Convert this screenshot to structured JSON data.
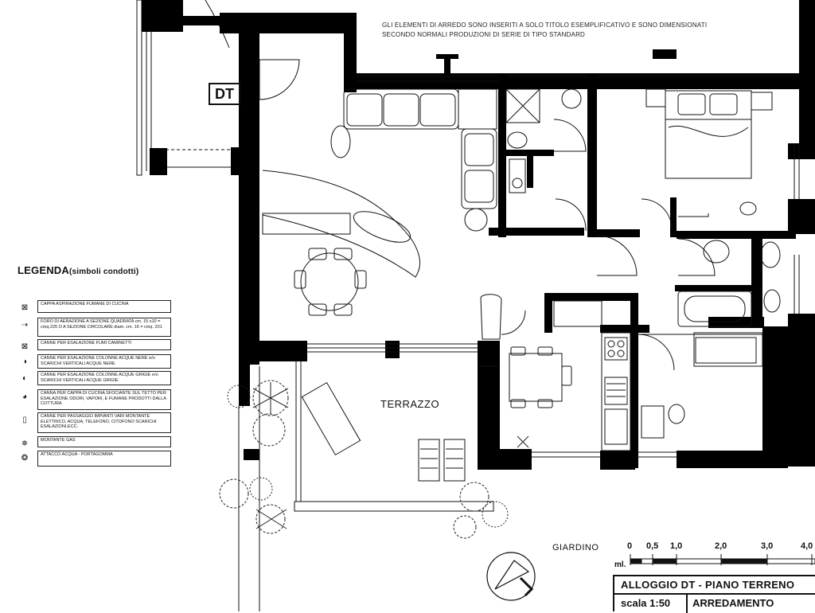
{
  "note": {
    "line1": "GLI ELEMENTI DI ARREDO SONO INSERITI A SOLO TITOLO ESEMPLIFICATIVO E SONO DIMENSIONATI",
    "line2": "SECONDO NORMALI PRODUZIONI DI SERIE DI TIPO STANDARD"
  },
  "unit_label": "DT",
  "rooms": {
    "terrace": "TERRAZZO",
    "garden": "GIARDINO"
  },
  "legend": {
    "title": "LEGENDA",
    "subtitle": "(simboli condotti)",
    "items": [
      {
        "symbol": "cross-box",
        "text": "CAPPA ASPIRAZIONE FUMANE DI CUCINA"
      },
      {
        "symbol": "vent-arrow",
        "text": "FORO DI AERAZIONE A SEZIONE QUADRATA cm. 15 x10 = cmq.225 O A SEZIONE CIRCOLARE diam. cm. 16 = cmq. 201"
      },
      {
        "symbol": "x-box",
        "text": "CANNE PER ESALAZIONE FUMI CAMINETTI"
      },
      {
        "symbol": "half-circle-left",
        "text": "CANNE PER ESALAZIONE COLONNE ACQUE NERE e/o SCARICHI VERTICALI ACQUE NERE"
      },
      {
        "symbol": "half-circle-right",
        "text": "CANNE PER ESALAZIONE COLONNE ACQUE GRIGIE e/o SCARICHI VERTICALI ACQUE GRIGIE"
      },
      {
        "symbol": "quarter-circle",
        "text": "CANNA PER CAPPA DI CUCINA SFOCIANTE SUL TETTO PER ESALAZIONE ODORI, VAPORI, E FUMANE PRODOTTI DALLA COTTURA"
      },
      {
        "symbol": "service-box",
        "text": "CANNE PER PASSAGGIO IMPIANTI VARI MONTANTE ELETTRICO, ACQUA, TELEFONO, CITOFONO SCARICHI ESALAZIONI,ECC."
      },
      {
        "symbol": "gas-star",
        "text": "MONTANTE GAS"
      },
      {
        "symbol": "tap",
        "text": "ATTACCO ACQUA - PORTAGOMMA"
      }
    ]
  },
  "scale_bar": {
    "ticks": [
      "0",
      "0,5",
      "1,0",
      "2,0",
      "3,0",
      "4,0"
    ],
    "unit": "ml."
  },
  "title_block": {
    "line1": "ALLOGGIO  DT - PIANO TERRENO",
    "scale": "scala 1:50",
    "subject": "ARREDAMENTO"
  },
  "colors": {
    "wall": "#000000",
    "line": "#111111",
    "background": "#ffffff"
  }
}
